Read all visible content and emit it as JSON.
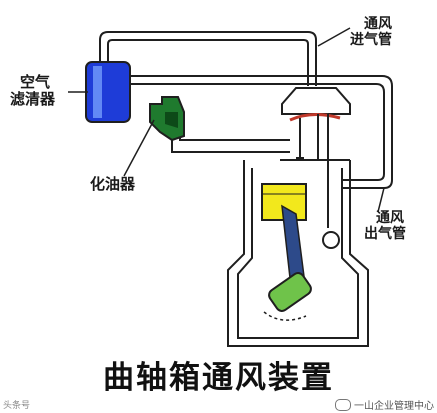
{
  "labels": {
    "intake_line1": "通风",
    "intake_line2": "进气管",
    "air_filter_line1": "空气",
    "air_filter_line2": "滤清器",
    "carburetor": "化油器",
    "exhaust_line1": "通风",
    "exhaust_line2": "出气管"
  },
  "title": "曲轴箱通风装置",
  "watermark_left": "头条号",
  "watermark_right": "一山企业管理中心",
  "colors": {
    "pipe": "#1f1f1f",
    "air_filter": "#1e3cd8",
    "carburetor": "#1f7a2e",
    "piston": "#f2e81c",
    "crank_arm": "#2d4a8a",
    "crank_pin": "#6fc34a"
  }
}
